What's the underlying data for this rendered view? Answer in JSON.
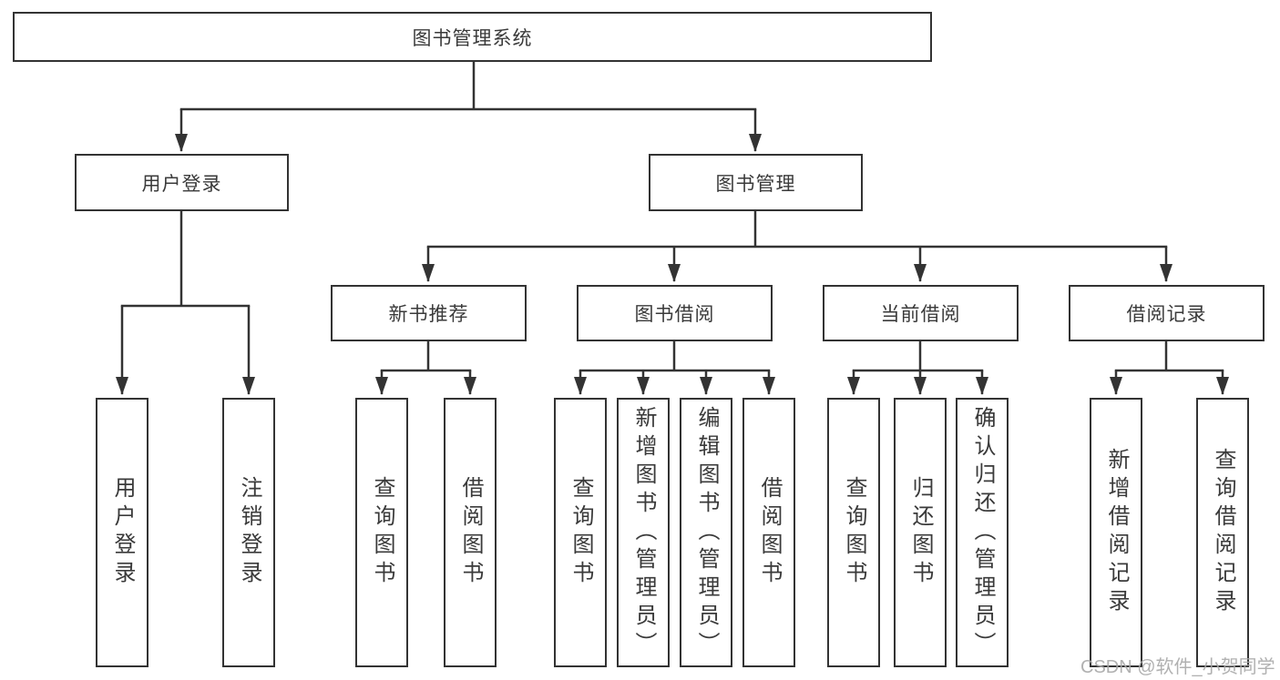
{
  "diagram_title": "图书管理系统",
  "nodes": {
    "root": "图书管理系统",
    "level2": {
      "user_login": "用户登录",
      "book_management": "图书管理"
    },
    "level3": {
      "new_book_recommend": "新书推荐",
      "book_borrow": "图书借阅",
      "current_borrow": "当前借阅",
      "borrow_records": "借阅记录"
    },
    "leaves": {
      "user_login": "用户登录",
      "logout": "注销登录",
      "recommend_query_books": "查询图书",
      "recommend_borrow_books": "借阅图书",
      "borrow_query_books": "查询图书",
      "borrow_add_books": "新增图书（管理员）",
      "borrow_edit_books": "编辑图书（管理员）",
      "borrow_borrow_books": "借阅图书",
      "current_query_books": "查询图书",
      "current_return_books": "归还图书",
      "current_confirm_return": "确认归还（管理员）",
      "records_add_record": "新增借阅记录",
      "records_query_record": "查询借阅记录"
    }
  },
  "watermark": "CSDN @软件_小贺同学",
  "colors": {
    "line": "#333333",
    "box_border": "#333333",
    "text": "#3a3a3a",
    "background": "#ffffff",
    "watermark": "#a8a8a8"
  }
}
